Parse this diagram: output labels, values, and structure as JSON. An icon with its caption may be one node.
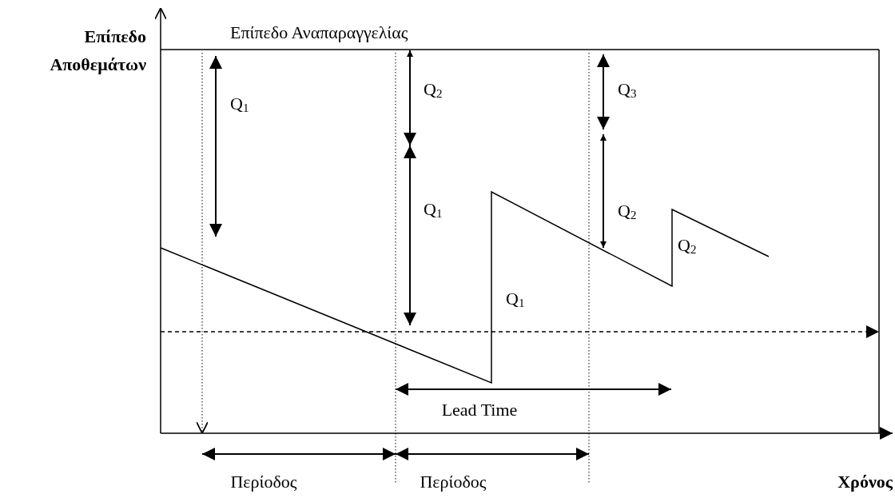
{
  "diagram": {
    "labels": [
      "Επίπεδο Αποθεμάτων",
      "Επίπεδο Αναπαραγγελίας",
      "Q$_{1}$",
      "Q$_{2}$",
      "Q$_{3}$",
      "Q$_{1}$",
      "Q$_{2}$",
      "Q$_{2}$",
      "Q$_{1}$",
      "Lead Time",
      "Περίοδος",
      "Περίοδος",
      "Χρόνος"
    ]
  }
}
